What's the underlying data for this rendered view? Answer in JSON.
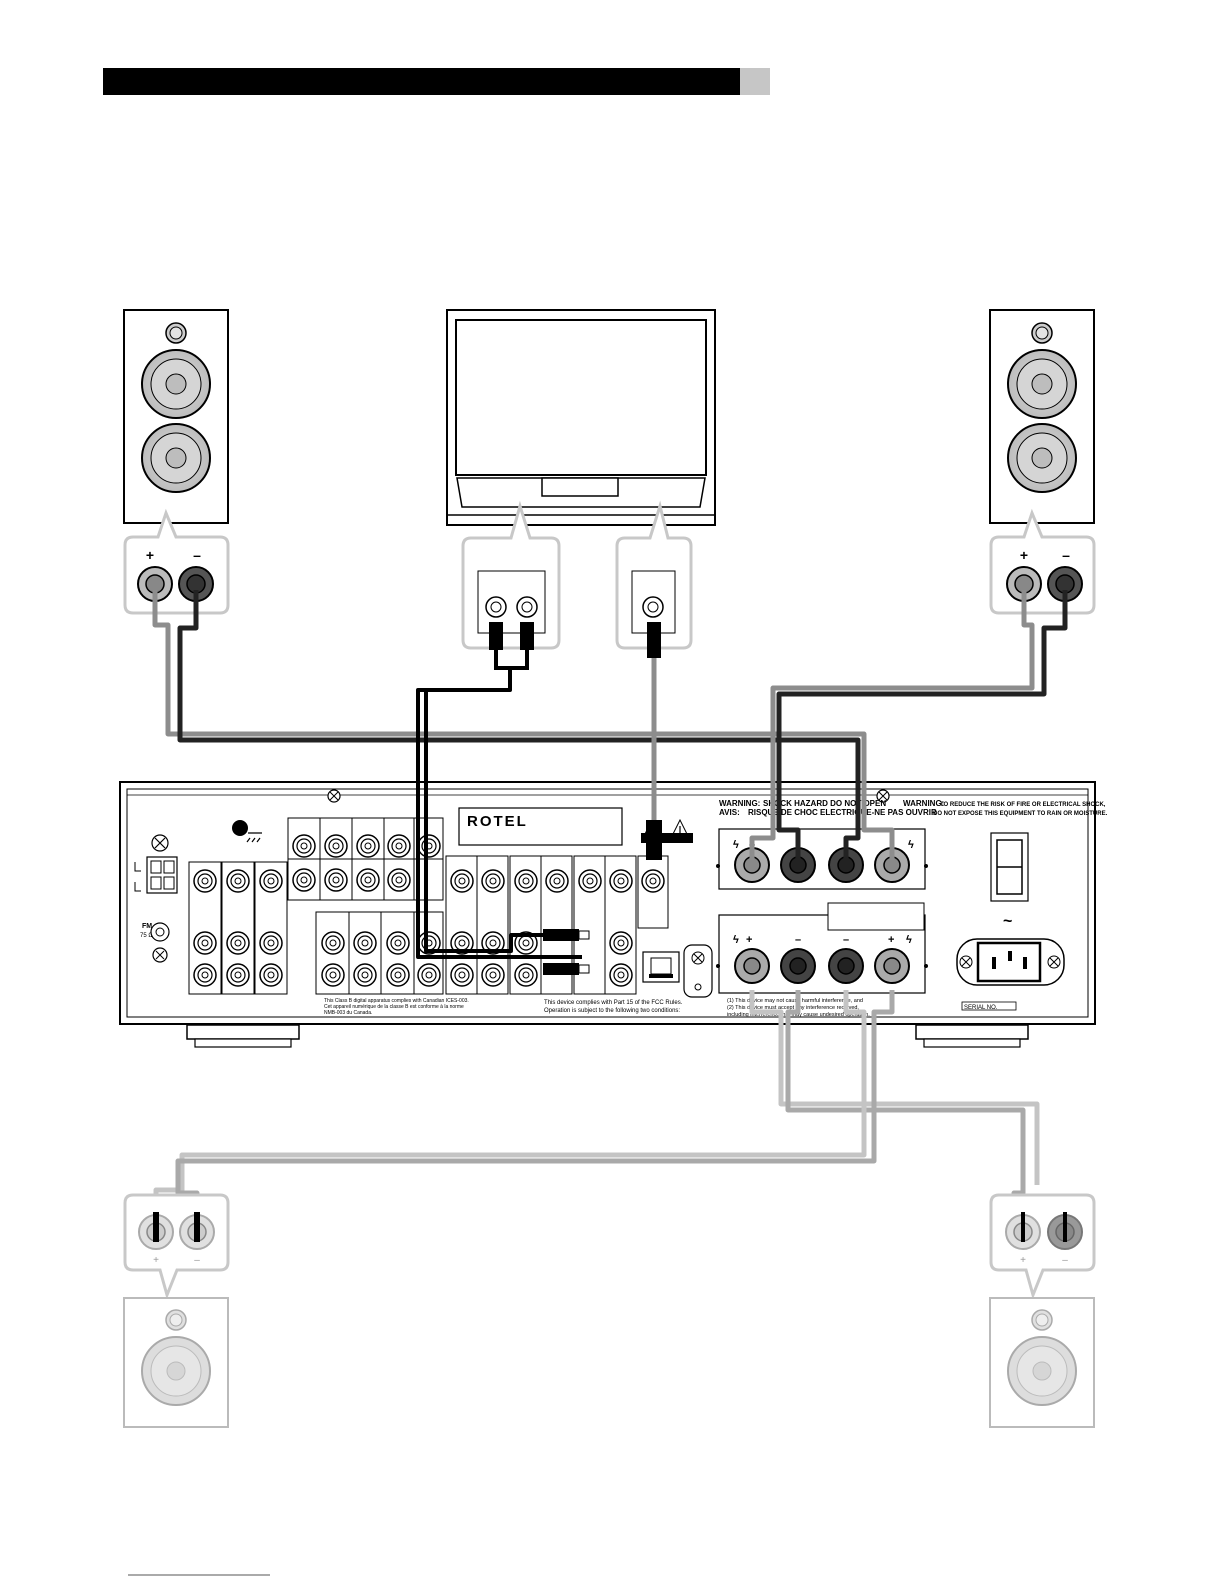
{
  "page": {
    "header_bar_text": ""
  },
  "speakers": {
    "plus_sign": "+",
    "minus_sign": "–"
  },
  "receiver": {
    "brand": "ROTEL",
    "warning_1": "WARNING:",
    "warning_1_text": "SHOCK HAZARD DO NOT OPEN",
    "avis_label": "AVIS:",
    "avis_text": "RISQUE DE CHOC ELECTRIQUE-NE PAS OUVRIR",
    "warning_2": "WARNING:",
    "warning_2_line1": "TO REDUCE THE RISK OF FIRE OR ELECTRICAL SHOCK,",
    "warning_2_line2": "DO NOT EXPOSE THIS EQUIPMENT TO RAIN OR MOISTURE.",
    "canada_line1": "This Class B digital apparatus complies with Canadian ICES-003.",
    "canada_line2": "Cet appareil numérique de la classe B est conforme à la norme",
    "canada_line3": "NMB-003 du Canada.",
    "fcc_line1": "This device complies with Part 15 of the FCC Rules.",
    "fcc_line2": "Operation is subject to the following two conditions:",
    "fcc_cond1": "(1) This device may not cause harmful interference, and",
    "fcc_cond2": "(2) This device must accept any interference received,",
    "fcc_cond3": "including interference that may cause undesired operation.",
    "serial_label": "SERIAL NO.",
    "fm_label": "FM",
    "fm_ohm": "75 Ω",
    "ac_symbol": "~"
  },
  "colors": {
    "black_wire": "#222222",
    "gray_wire": "#8d8d8d",
    "light_gray_wire": "#c4c4c4",
    "callout_outline": "#c8c8c8"
  }
}
